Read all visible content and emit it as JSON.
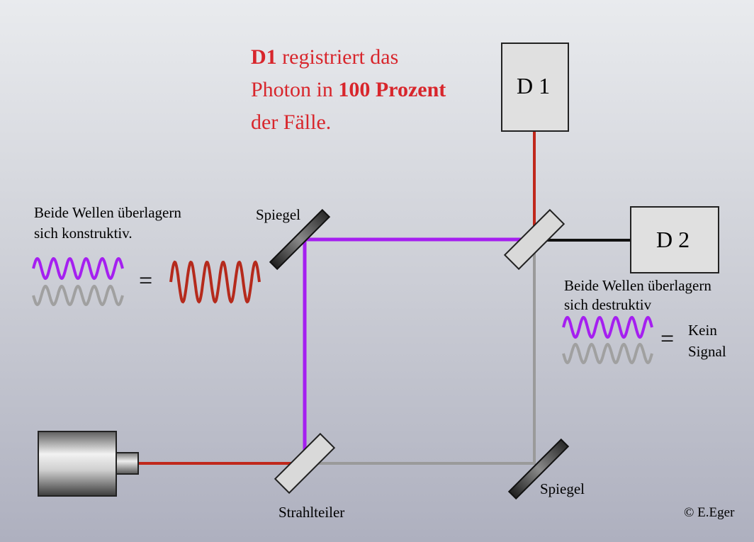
{
  "title": {
    "line1_bold": "D1",
    "line1_rest": " registriert das",
    "line2_start": "Photon in ",
    "line2_bold": "100 Prozent",
    "line3": "der Fälle."
  },
  "detectors": {
    "d1": "D 1",
    "d2": "D 2"
  },
  "labels": {
    "mirror_top": "Spiegel",
    "mirror_bottom": "Spiegel",
    "beam_splitter": "Strahlteiler",
    "copyright": "© E.Eger"
  },
  "constructive": {
    "line1": "Beide Wellen überlagern",
    "line2": "sich konstruktiv.",
    "equals": "="
  },
  "destructive": {
    "line1": "Beide Wellen überlagern",
    "line2": "sich destruktiv",
    "equals": "=",
    "result_line1": "Kein",
    "result_line2": "Signal"
  },
  "colors": {
    "laser_beam": "#c0281c",
    "purple_path": "#a51ff0",
    "gray_path": "#9a9a9a",
    "title_red": "#d8262c",
    "wave_red": "#b52a1c"
  }
}
